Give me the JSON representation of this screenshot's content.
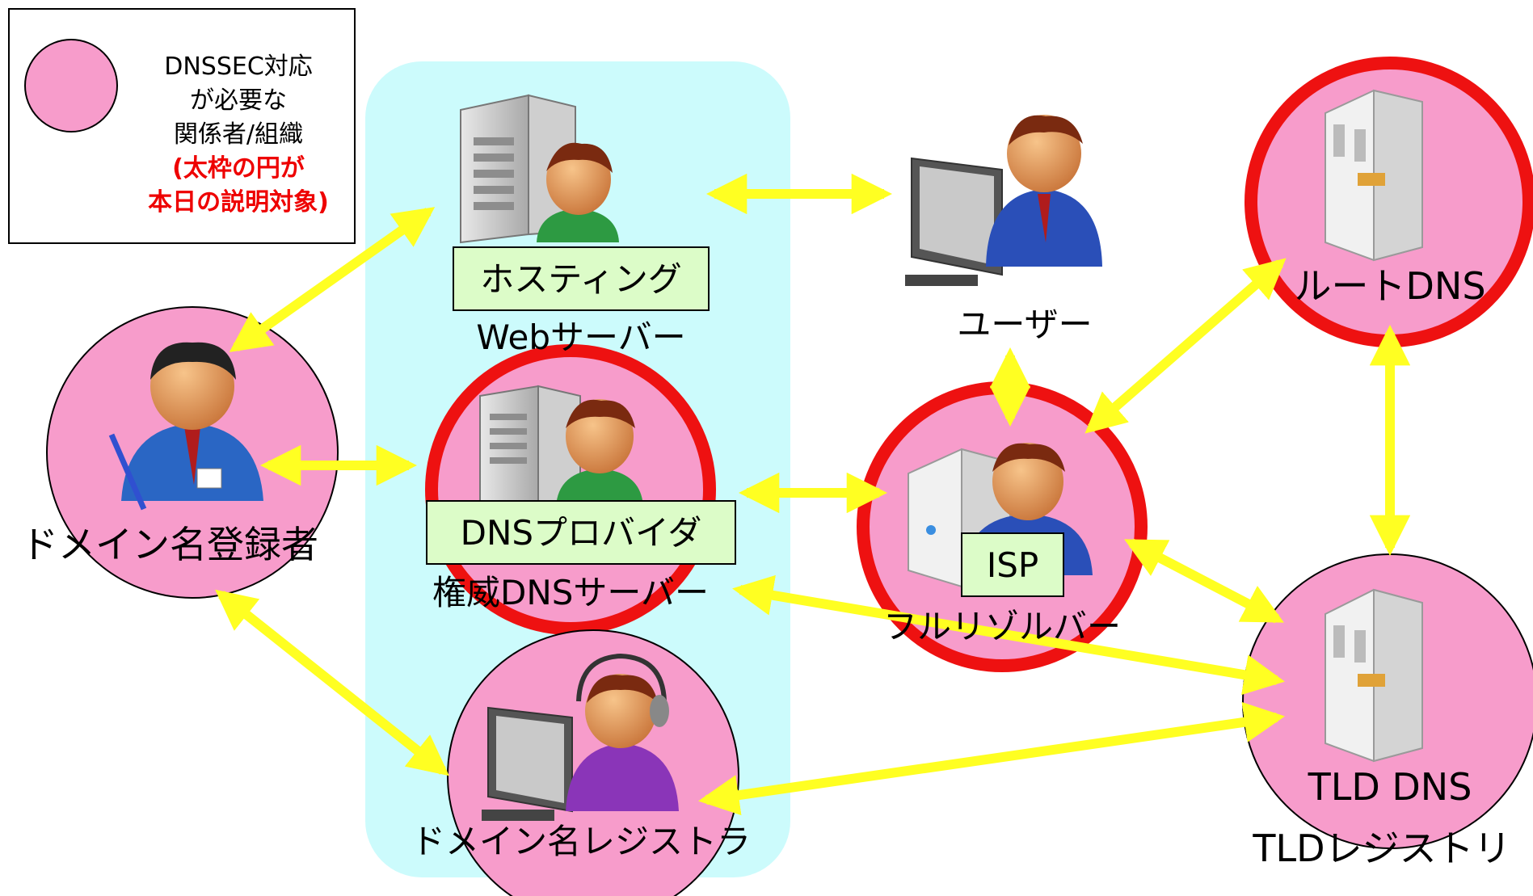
{
  "legend": {
    "lines": [
      "DNSSEC対応",
      "が必要な",
      "関係者/組織"
    ],
    "note_lines": [
      "(太枠の円が",
      "本日の説明対象)"
    ]
  },
  "nodes": {
    "hosting": {
      "tag": "ホスティング",
      "label": "Webサーバー"
    },
    "user": {
      "label": "ユーザー"
    },
    "root_dns": {
      "label": "ルートDNS"
    },
    "registrant": {
      "label": "ドメイン名登録者"
    },
    "dns_provider": {
      "tag": "DNSプロバイダ",
      "label": "権威DNSサーバー"
    },
    "isp": {
      "tag": "ISP",
      "label": "フルリゾルバー"
    },
    "registrar": {
      "label": "ドメイン名レジストラ"
    },
    "tld": {
      "label1": "TLD DNS",
      "label2": "TLDレジストリ"
    }
  },
  "colors": {
    "pink_fill": "#f79ccb",
    "red_ring": "#ee1111",
    "cyan_panel": "#ccfbfc",
    "arrow_yellow": "#ffff22",
    "tag_green": "#dcfcc8"
  }
}
